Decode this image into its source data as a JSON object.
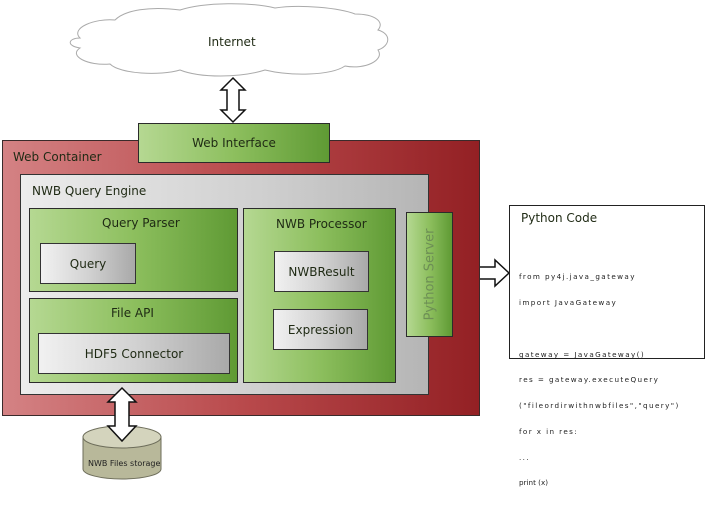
{
  "internet": {
    "label": "Internet"
  },
  "web_interface": {
    "label": "Web Interface"
  },
  "web_container": {
    "label": "Web Container"
  },
  "query_engine": {
    "label": "NWB Query Engine"
  },
  "query_parser": {
    "label": "Query Parser",
    "query_label": "Query"
  },
  "file_api": {
    "label": "File API",
    "connector_label": "HDF5 Connector"
  },
  "nwb_processor": {
    "label": "NWB Processor",
    "result_label": "NWBResult",
    "expression_label": "Expression"
  },
  "python_server": {
    "label": "Python Server"
  },
  "storage": {
    "label": "NWB Files storage"
  },
  "python_code": {
    "title": "Python Code",
    "lines": [
      "from py4j.java_gateway",
      "import JavaGateway",
      "",
      "gateway = JavaGateway()",
      "res = gateway.executeQuery",
      "(\"fileordirwithnwbfiles\",\"query\")",
      "for x in res:",
      "...",
      "print (x)"
    ]
  },
  "colors": {
    "container_red": "#a8383b",
    "component_green": "#7fb250",
    "engine_grey": "#c8c8c8"
  }
}
